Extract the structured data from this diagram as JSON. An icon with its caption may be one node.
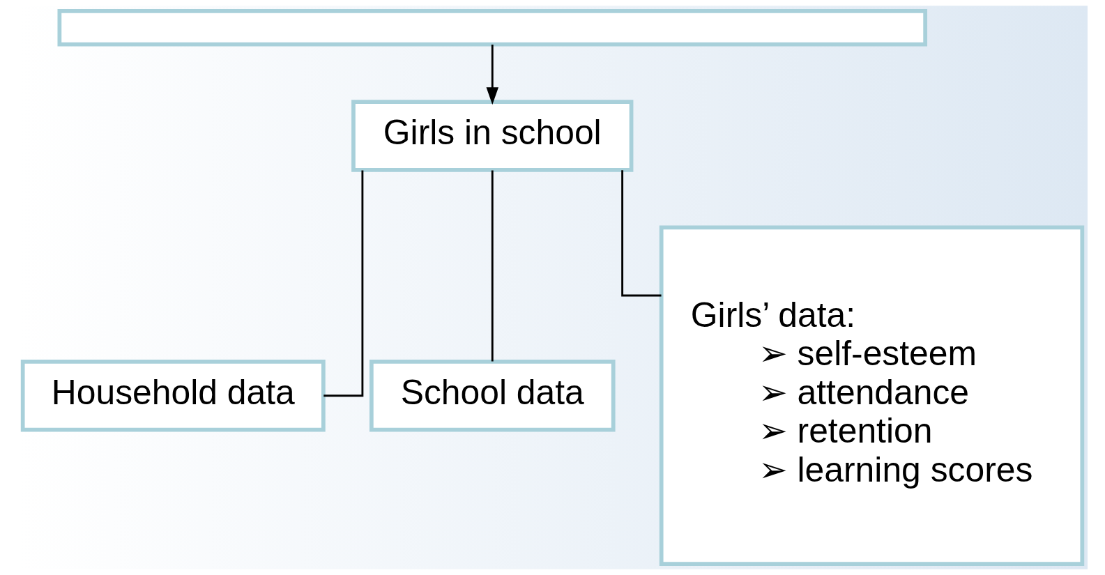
{
  "diagram": {
    "nodes": [
      {
        "text": [],
        "shape": "box"
      },
      {
        "text": [
          "Girls in school"
        ]
      },
      {
        "text": [
          "Household data"
        ]
      },
      {
        "text": [
          "School data"
        ]
      },
      {
        "text": [
          "Girls’ data:",
          "➢ self-esteem",
          "➢ attendance",
          "➢ retention",
          "➢ learning scores"
        ]
      }
    ],
    "edges": [
      {
        "from": 0,
        "to": 1,
        "arrow": "to"
      },
      {
        "from": 1,
        "to": 2,
        "arrow": "none"
      },
      {
        "from": 1,
        "to": 3,
        "arrow": "none"
      },
      {
        "from": 1,
        "to": 4,
        "arrow": "none"
      }
    ]
  }
}
